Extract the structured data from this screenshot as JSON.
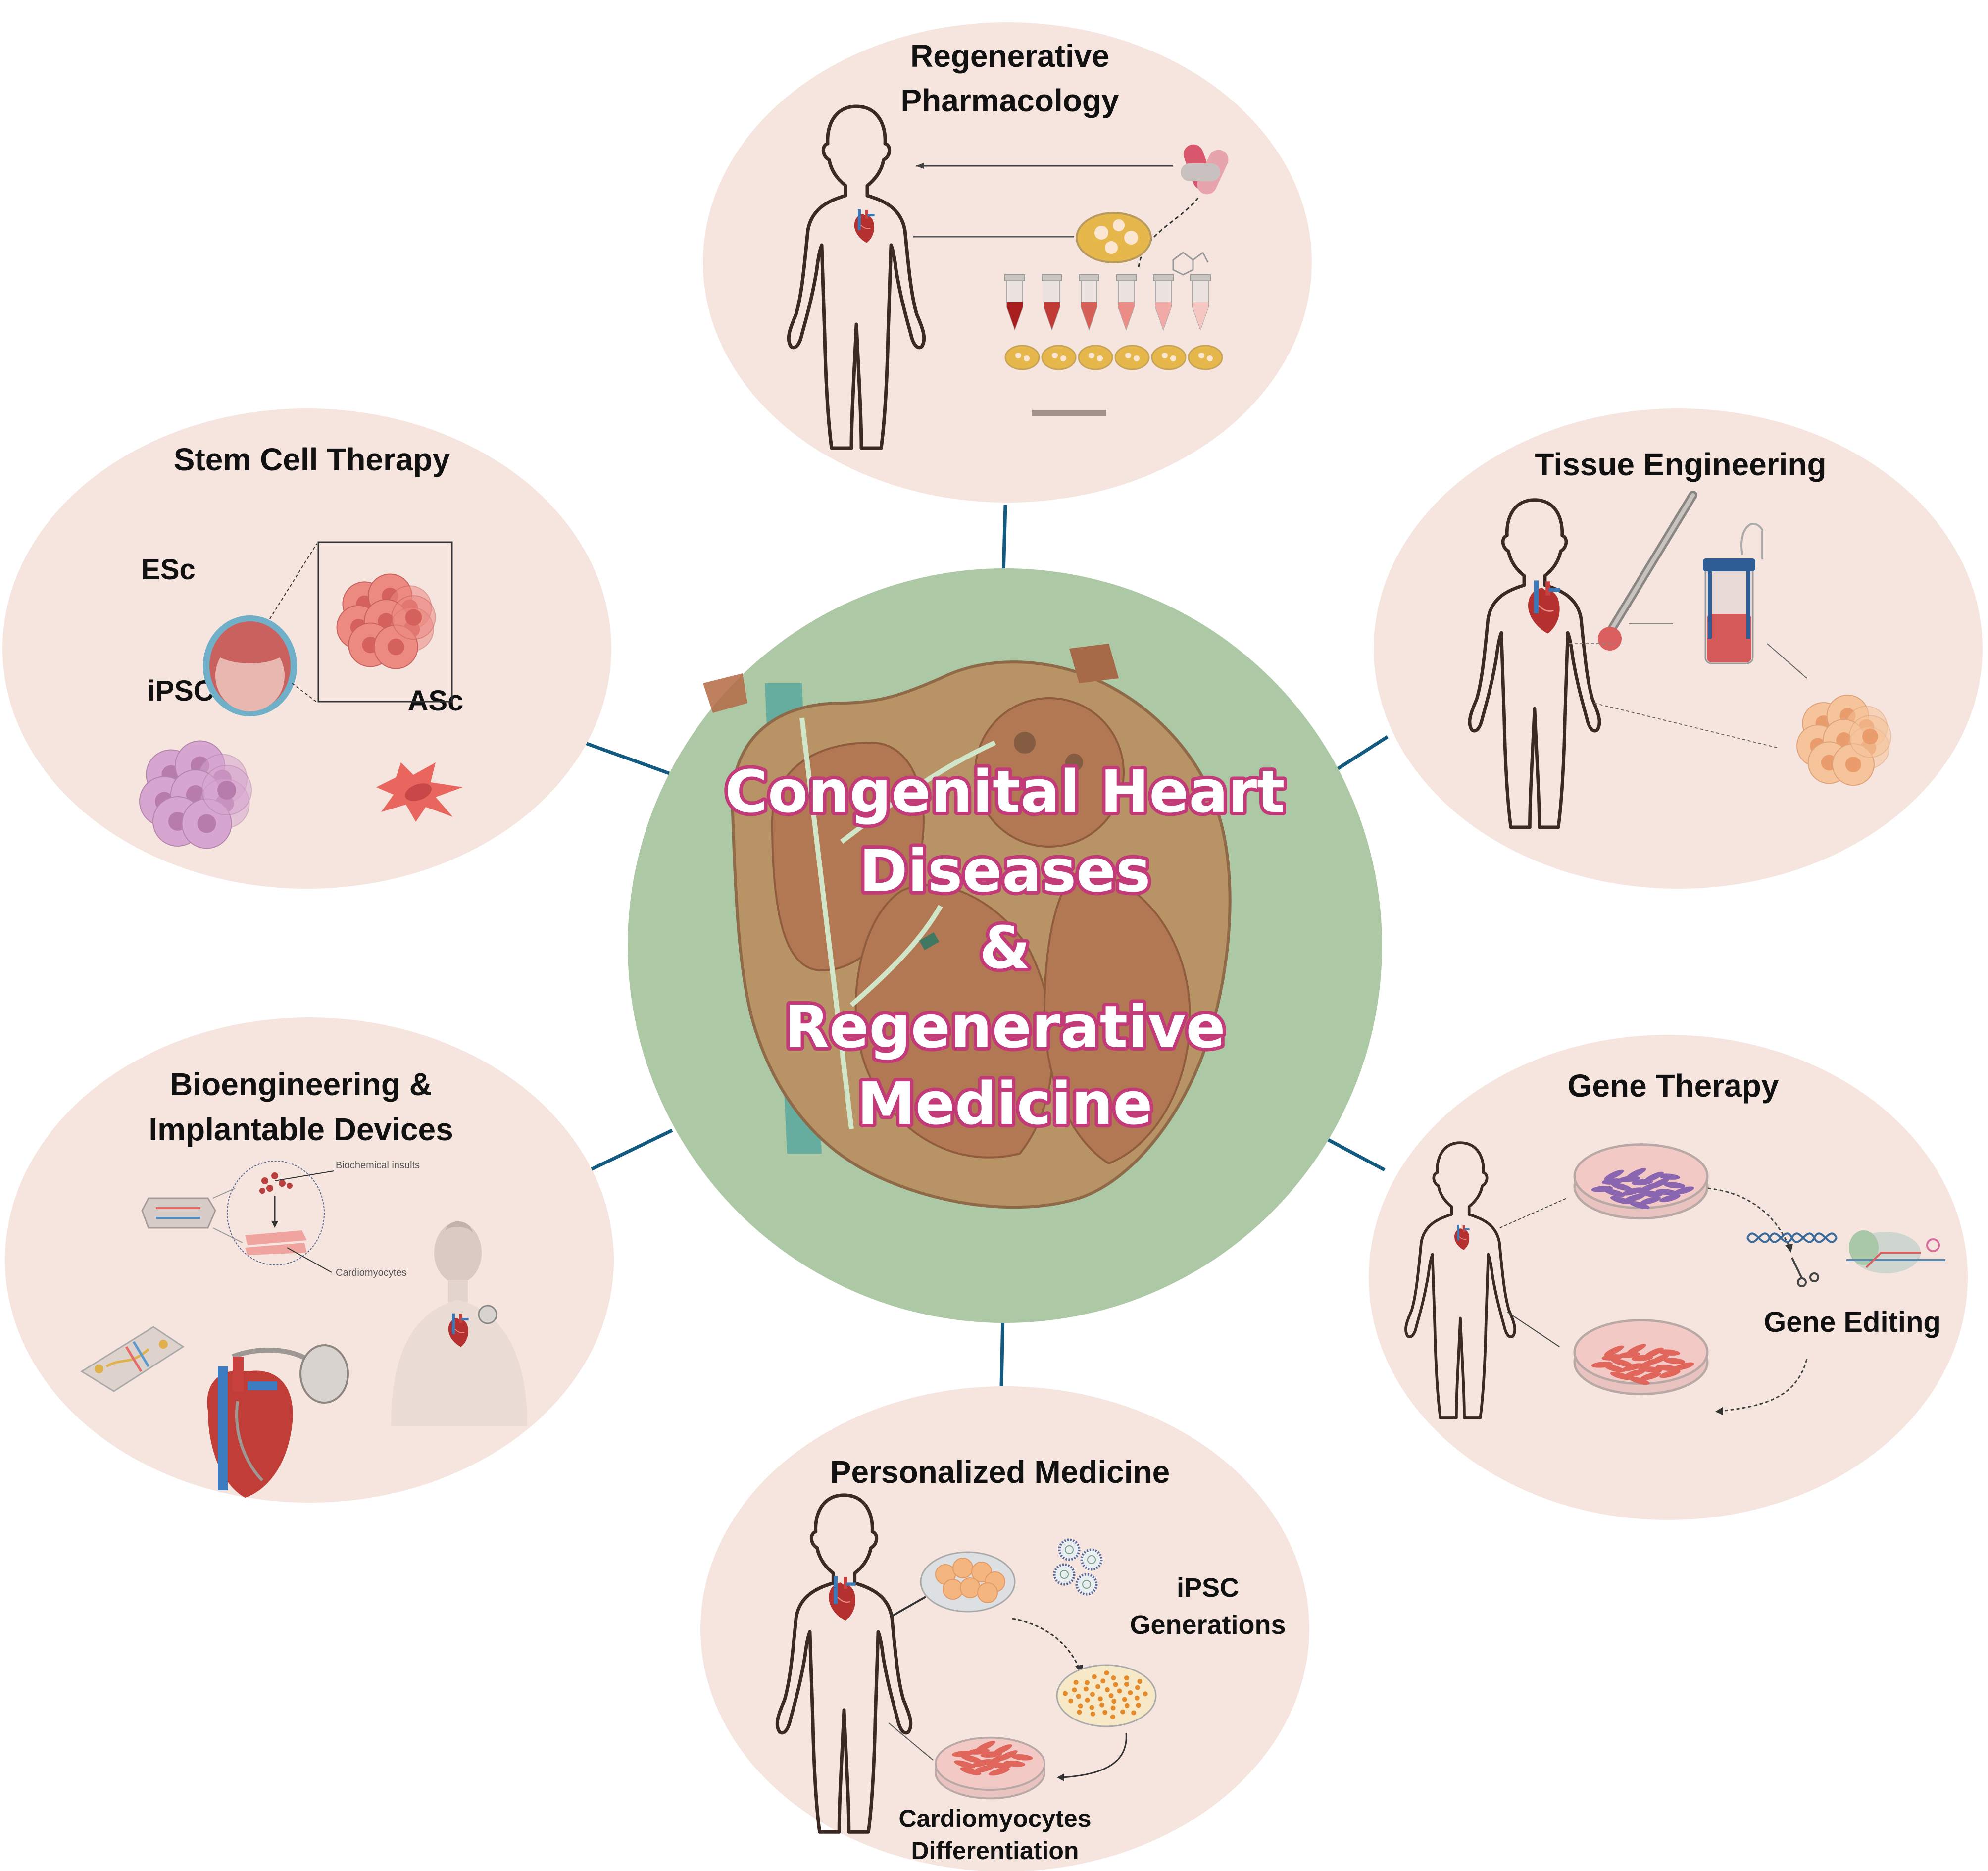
{
  "diagram": {
    "center": {
      "title_lines": [
        "Congenital Heart",
        "Diseases",
        "&",
        "Regenerative",
        "Medicine"
      ],
      "fill_color": "#acc8a4",
      "text_glow_color": "#c23a78"
    },
    "connector_color": "#135a80",
    "panel_color": "#f5e5de",
    "panels": [
      {
        "id": "regenerative-pharmacology",
        "title_lines": [
          "Regenerative",
          "Pharmacology"
        ],
        "icons": [
          "child-silhouette-icon",
          "heart-icon",
          "capsules-icon",
          "petri-dish-icon",
          "test-tubes-icon",
          "molecule-icon",
          "plates-row-icon"
        ]
      },
      {
        "id": "stem-cell-therapy",
        "title_lines": [
          "Stem Cell Therapy"
        ],
        "labels": [
          "ESc",
          "iPSC",
          "ASc"
        ],
        "icons": [
          "blastocyst-icon",
          "cell-cluster-icon",
          "ipsc-cluster-icon",
          "adult-stem-cell-icon"
        ]
      },
      {
        "id": "tissue-engineering",
        "title_lines": [
          "Tissue Engineering"
        ],
        "icons": [
          "child-silhouette-icon",
          "heart-icon",
          "forceps-icon",
          "bioreactor-icon",
          "cell-cluster-icon"
        ]
      },
      {
        "id": "bioengineering-implantable-devices",
        "title_lines": [
          "Bioengineering &",
          "Implantable Devices"
        ],
        "labels": [
          "Biochemical insults",
          "Cardiomyocytes"
        ],
        "icons": [
          "organ-chip-icon",
          "magnifier-icon",
          "microfluidic-chip-icon",
          "pacemaker-heart-icon",
          "human-torso-icon"
        ]
      },
      {
        "id": "gene-therapy",
        "title_lines": [
          "Gene Therapy"
        ],
        "labels": [
          "Gene  Editing"
        ],
        "icons": [
          "child-silhouette-icon",
          "heart-icon",
          "petri-dish-icon",
          "dna-scissors-icon",
          "crispr-complex-icon"
        ]
      },
      {
        "id": "personalized-medicine",
        "title_lines": [
          "Personalized Medicine"
        ],
        "labels": [
          "iPSC",
          "Generations",
          "Cardiomyocytes",
          "Differentiation"
        ],
        "icons": [
          "child-silhouette-icon",
          "heart-icon",
          "petri-dish-icon",
          "virus-icon",
          "petri-dish-icon"
        ]
      }
    ]
  }
}
